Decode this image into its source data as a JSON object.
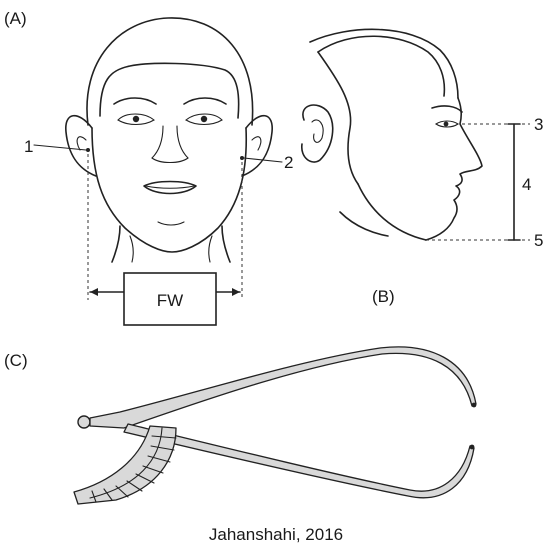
{
  "panels": {
    "a": "(A)",
    "b": "(B)",
    "c": "(C)"
  },
  "markers": {
    "m1": "1",
    "m2": "2",
    "m3": "3",
    "m4": "4",
    "m5": "5"
  },
  "measure_box": "FW",
  "caption": "Jahanshahi, 2016",
  "colors": {
    "ink": "#1a1a1a",
    "caliper_fill": "#d9d9d9",
    "background": "#ffffff"
  }
}
